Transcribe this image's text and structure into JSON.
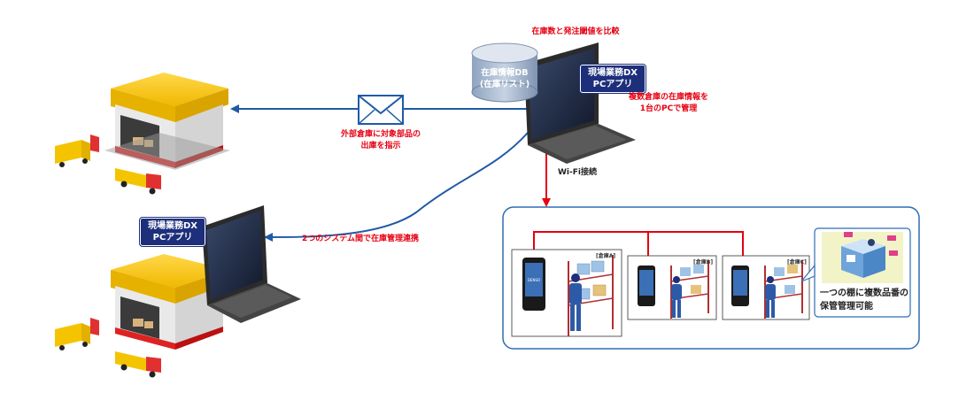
{
  "labels": {
    "compare": "在庫数と発注閾値を比較",
    "db_line1": "在庫情報DB",
    "db_line2": "(在庫リスト)",
    "app_top_line1": "現場業務DX",
    "app_top_line2": "PCアプリ",
    "manage_line1": "複数倉庫の在庫情報を",
    "manage_line2": "1台のPCで管理",
    "instruct_line1": "外部倉庫に対象部品の",
    "instruct_line2": "出庫を指示",
    "wifi": "Wi-Fi接続",
    "app_left_line1": "現場業務DX",
    "app_left_line2": "PCアプリ",
    "two_systems": "2つのシステム間で在庫管理連携",
    "warehouse_a": "[倉庫A]",
    "warehouse_b": "[倉庫B]",
    "warehouse_c": "[倉庫C]",
    "multi_line1": "一つの棚に複数品番の",
    "multi_line2": "保管管理可能"
  },
  "colors": {
    "arrow_blue": "#1f5aa6",
    "red": "#e60012",
    "navy": "#1d2f7b",
    "panel_border": "#2e6db4",
    "roof": "#f5c400"
  },
  "icons": [
    "warehouse-icon",
    "truck-icon",
    "laptop-icon",
    "database-icon",
    "envelope-icon",
    "handheld-terminal-icon",
    "worker-icon",
    "shelf-icon",
    "storage-box-icon"
  ]
}
